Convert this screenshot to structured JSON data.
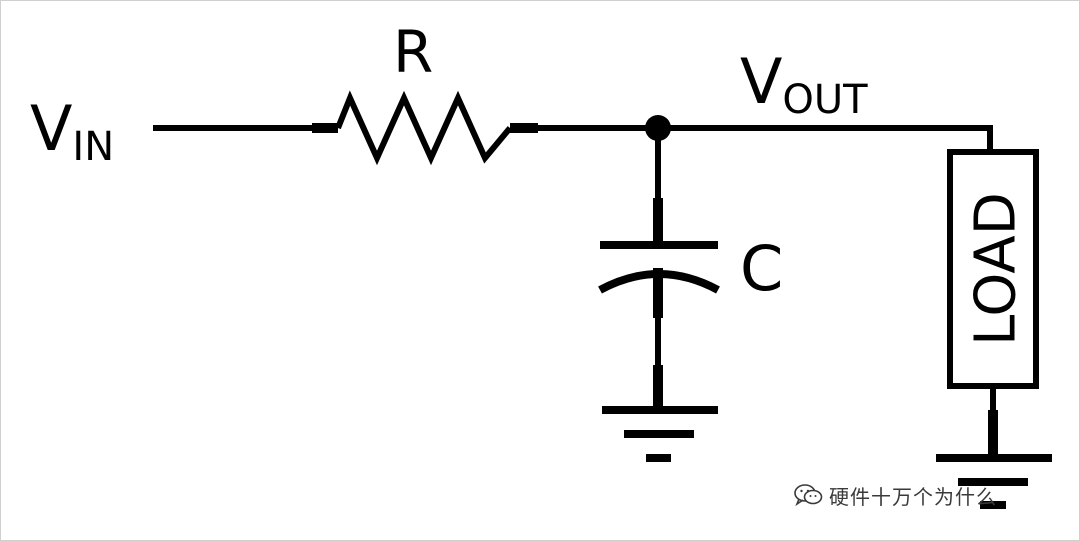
{
  "labels": {
    "vin_main": "V",
    "vin_sub": "IN",
    "resistor": "R",
    "vout_main": "V",
    "vout_sub": "OUT",
    "capacitor": "C",
    "load": "LOAD"
  },
  "watermark": {
    "icon": "wechat-icon",
    "text": "硬件十万个为什么"
  }
}
